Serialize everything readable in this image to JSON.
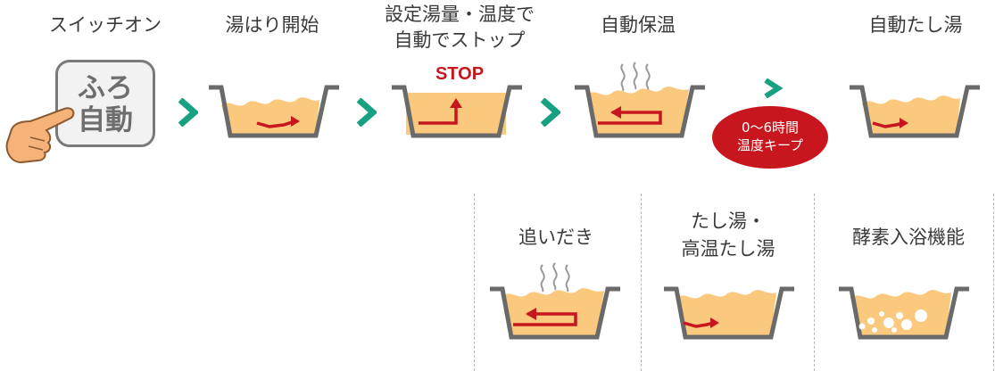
{
  "steps": {
    "s1": "スイッチオン",
    "s2": "湯はり開始",
    "s3_line1": "設定湯量・温度で",
    "s3_line2": "自動でストップ",
    "s4": "自動保温",
    "s5": "自動たし湯"
  },
  "switch": {
    "line1": "ふろ",
    "line2": "自動"
  },
  "stop_label": "STOP",
  "badge": {
    "line1": "0〜6時間",
    "line2": "温度キープ"
  },
  "features": {
    "f1": "追いだき",
    "f2_line1": "たし湯・",
    "f2_line2": "高温たし湯",
    "f3": "酵素入浴機能"
  },
  "colors": {
    "water": "#fbc97e",
    "tub": "#6a6a6a",
    "arrow": "#c7161e",
    "chevron": "#17a181",
    "badge": "#c7161e"
  }
}
